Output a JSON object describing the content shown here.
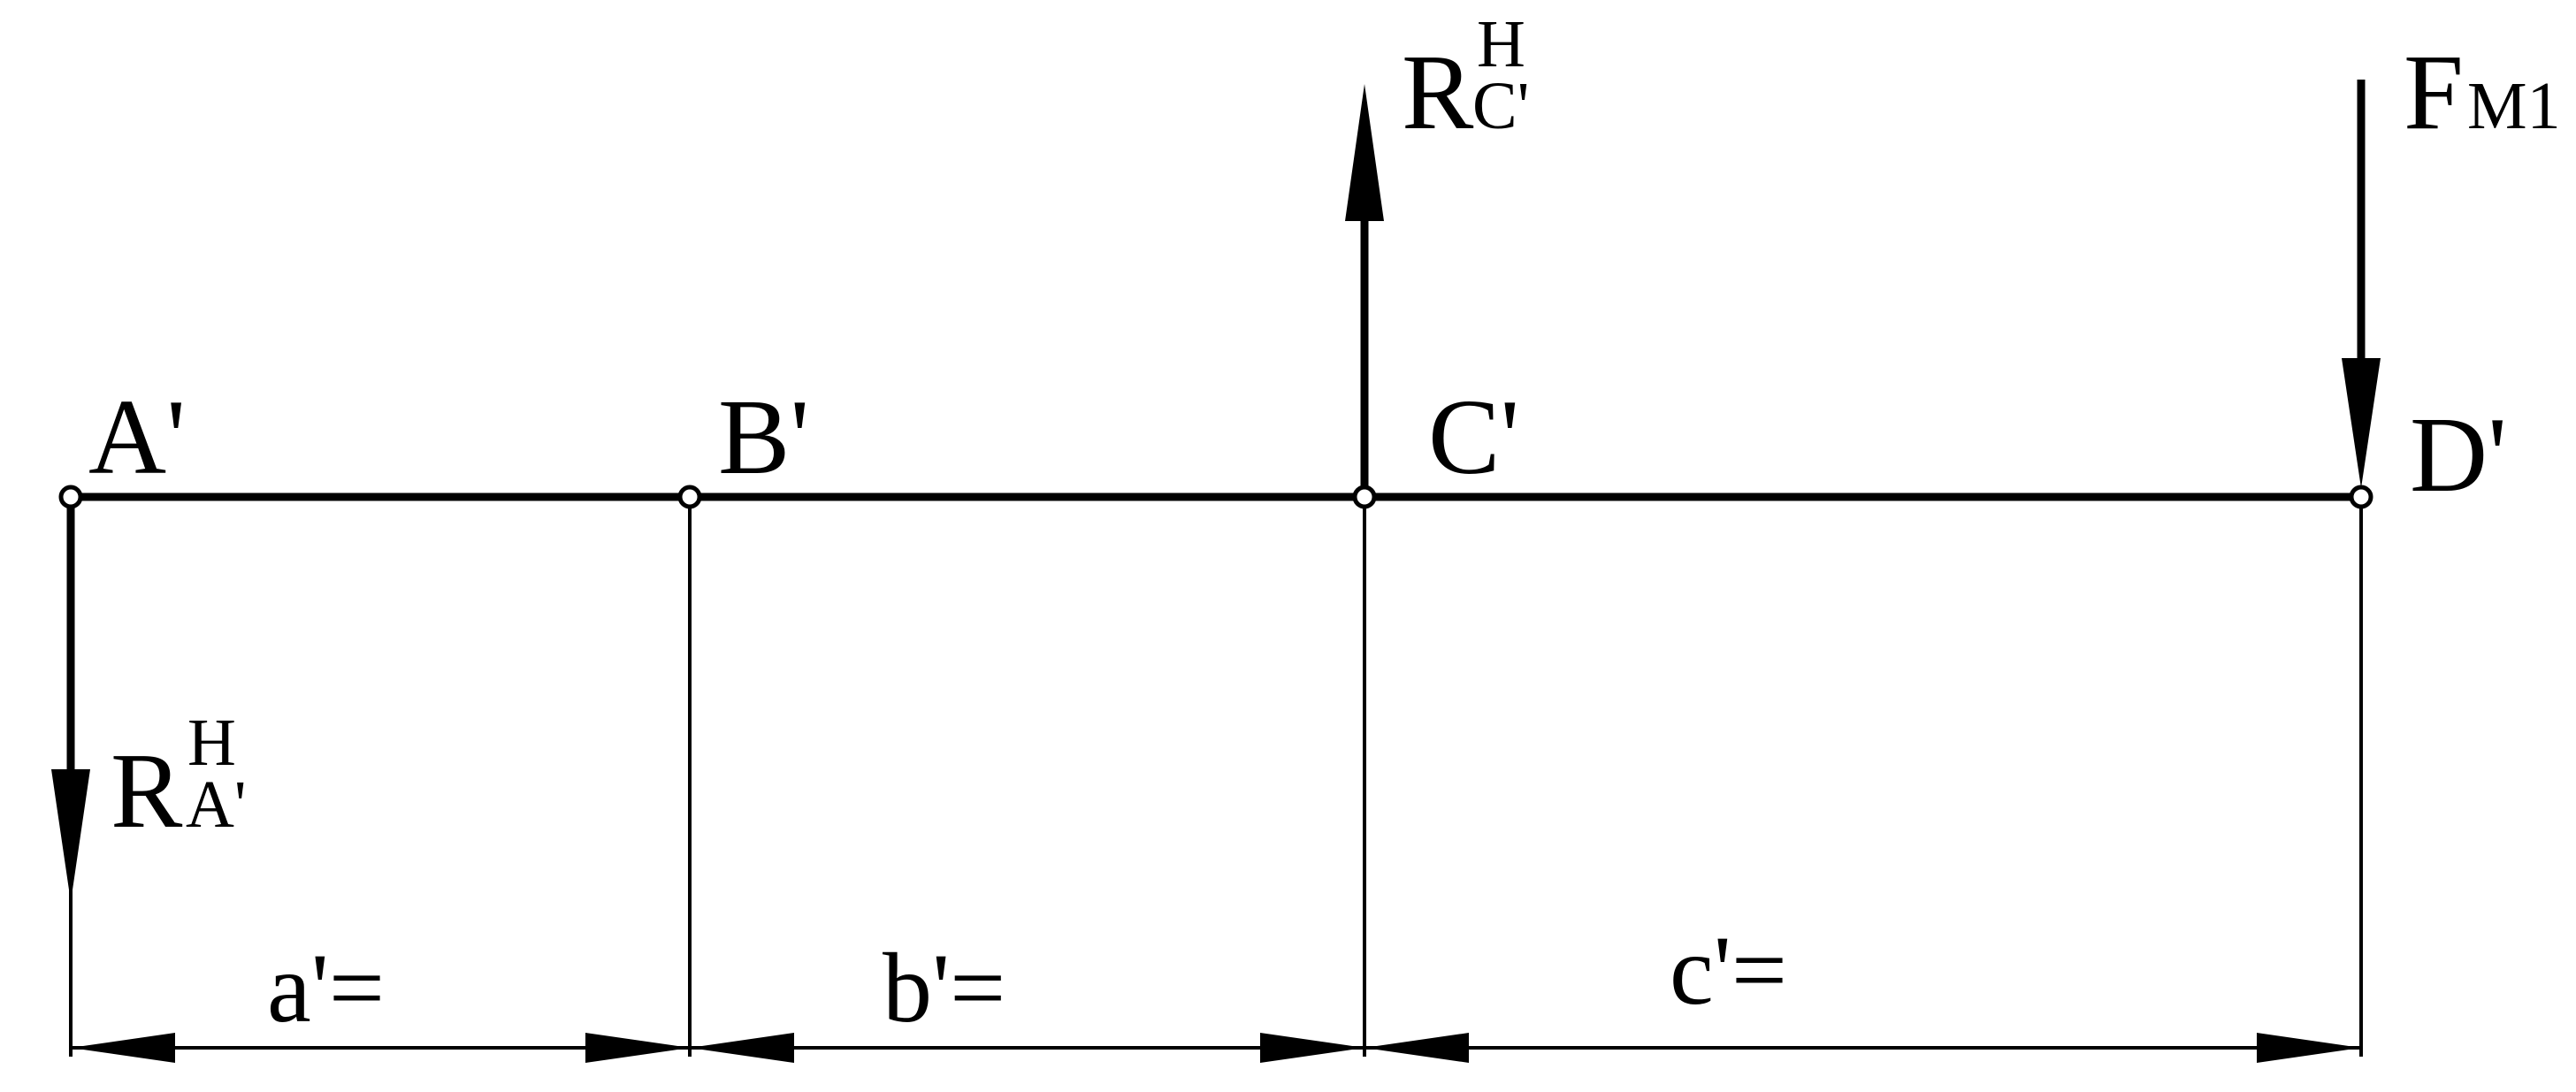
{
  "points": [
    {
      "id": "A",
      "label": "A'"
    },
    {
      "id": "B",
      "label": "B'"
    },
    {
      "id": "C",
      "label": "C'"
    },
    {
      "id": "D",
      "label": "D'"
    }
  ],
  "forces": {
    "reaction_c": {
      "main": "R",
      "sub": "C'",
      "sup": "H",
      "direction": "up"
    },
    "load_d": {
      "main": "F",
      "sub": "M1",
      "direction": "down"
    },
    "reaction_a": {
      "main": "R",
      "sub": "A'",
      "sup": "H",
      "direction": "down"
    }
  },
  "dimensions": {
    "a": "a'=",
    "b": "b'=",
    "c": "c'="
  },
  "colors": {
    "line": "#000000",
    "background": "#ffffff"
  }
}
